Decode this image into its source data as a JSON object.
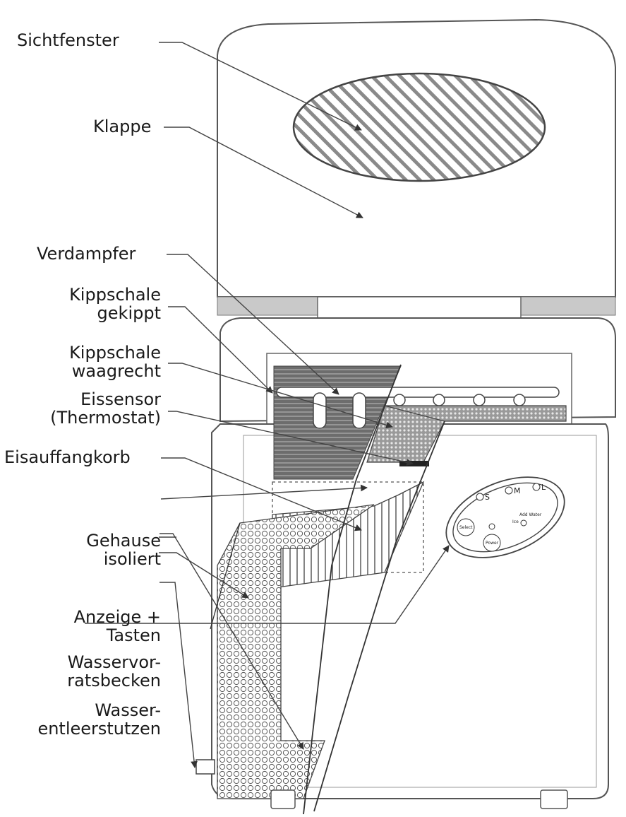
{
  "labels": {
    "sichtfenster": "Sichtfenster",
    "klappe": "Klappe",
    "verdampfer": "Verdampfer",
    "kippschale_gekippt": [
      "Kippschale",
      "gekippt"
    ],
    "kippschale_waagrecht": [
      "Kippschale",
      "waagrecht"
    ],
    "eissensor": [
      "Eissensor",
      "(Thermostat)"
    ],
    "eisauffangkorb": "Eisauffangkorb",
    "gehause": [
      "Gehause",
      "isoliert"
    ],
    "anzeige": [
      "Anzeige +",
      "Tasten"
    ],
    "wasservorrat": [
      "Wasservor-",
      "ratsbecken"
    ],
    "wasserentleer": [
      "Wasser-",
      "entleerstutzen"
    ]
  },
  "control_panel": {
    "size_s": "S",
    "size_m": "M",
    "size_l": "L",
    "select_button": "Select",
    "power_button": "Power",
    "ice_indicator": "Ice",
    "add_water_indicator": "Add Water"
  }
}
